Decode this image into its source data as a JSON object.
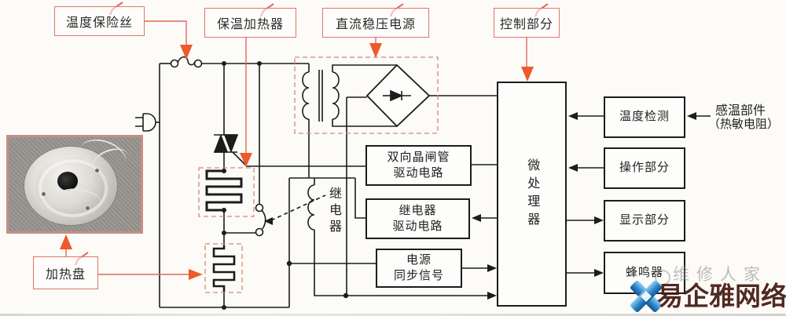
{
  "labels": {
    "fuse": "温度保险丝",
    "keepwarm_heater": "保温加热器",
    "dc_power": "直流稳压电源",
    "control": "控制部分",
    "heating_plate": "加热盘"
  },
  "blocks": {
    "mcu": "微处理器",
    "triac_drive": {
      "line1": "双向晶闸管",
      "line2": "驱动电路"
    },
    "relay_drive": {
      "line1": "继电器",
      "line2": "驱动电路"
    },
    "sync": {
      "line1": "电源",
      "line2": "同步信号"
    },
    "temp_detect": "温度检测",
    "operation": "操作部分",
    "display": "显示部分",
    "buzzer": "蜂鸣器",
    "relay_label": "继电器"
  },
  "annotations": {
    "sensor": {
      "line1": "感温部件",
      "line2": "（热敏电阻）"
    }
  },
  "watermark": {
    "gray_text": "维修人家",
    "brand_text": "易企雅网络"
  },
  "colors": {
    "circuit_line": "#1c1c1c",
    "leader_red": "#dd6b5a",
    "arrow_orange": "#ed5a2b",
    "dashed_red": "#d98578",
    "label_border": "#e0756b",
    "watermark_blue": "#2e86c9",
    "watermark_maroon": "#431a10"
  }
}
